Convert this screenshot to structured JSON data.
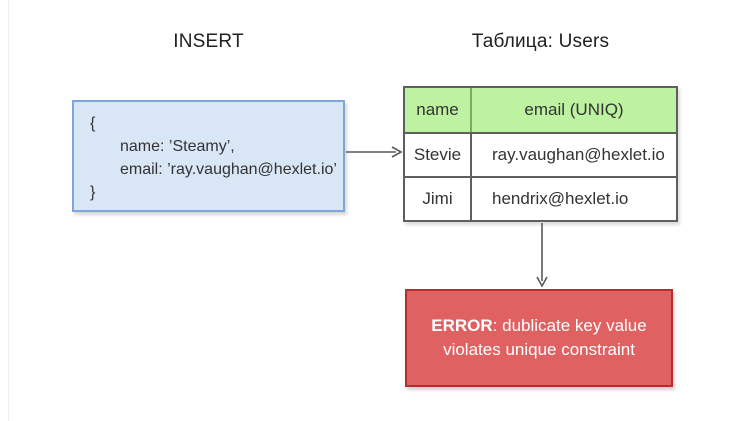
{
  "titles": {
    "insert": "INSERT",
    "table": "Таблица: Users"
  },
  "insert_box": {
    "line_open": "{",
    "line_name": "name: ’Steamy’,",
    "line_email": "email: ’ray.vaughan@hexlet.io’",
    "line_close": "}",
    "fill_color": "#d8e6f6",
    "border_color": "#7da7d9"
  },
  "users_table": {
    "headers": [
      "name",
      "email (UNIQ)"
    ],
    "rows": [
      {
        "name": "Stevie",
        "email": "ray.vaughan@hexlet.io"
      },
      {
        "name": "Jimi",
        "email": "hendrix@hexlet.io"
      }
    ],
    "header_fill_color": "#bcf2a0",
    "border_color": "#5f5f5f"
  },
  "error_box": {
    "label": "ERROR",
    "line1_rest": ": dublicate key value",
    "line2": "violates unique constraint",
    "fill_color": "#e06161",
    "border_color": "#b12f2f",
    "text_color": "#ffffff"
  },
  "arrows": {
    "color": "#595959"
  }
}
